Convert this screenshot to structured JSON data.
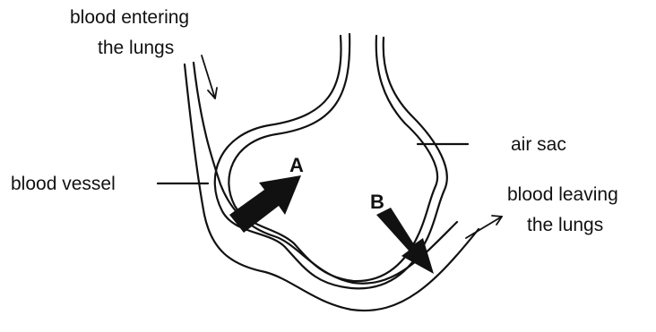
{
  "labels": {
    "blood_entering_line1": "blood entering",
    "blood_entering_line2": "the lungs",
    "blood_vessel": "blood vessel",
    "air_sac": "air sac",
    "blood_leaving_line1": "blood leaving",
    "blood_leaving_line2": "the lungs",
    "arrow_a": "A",
    "arrow_b": "B"
  },
  "colors": {
    "ink": "#111111",
    "background": "#ffffff"
  }
}
